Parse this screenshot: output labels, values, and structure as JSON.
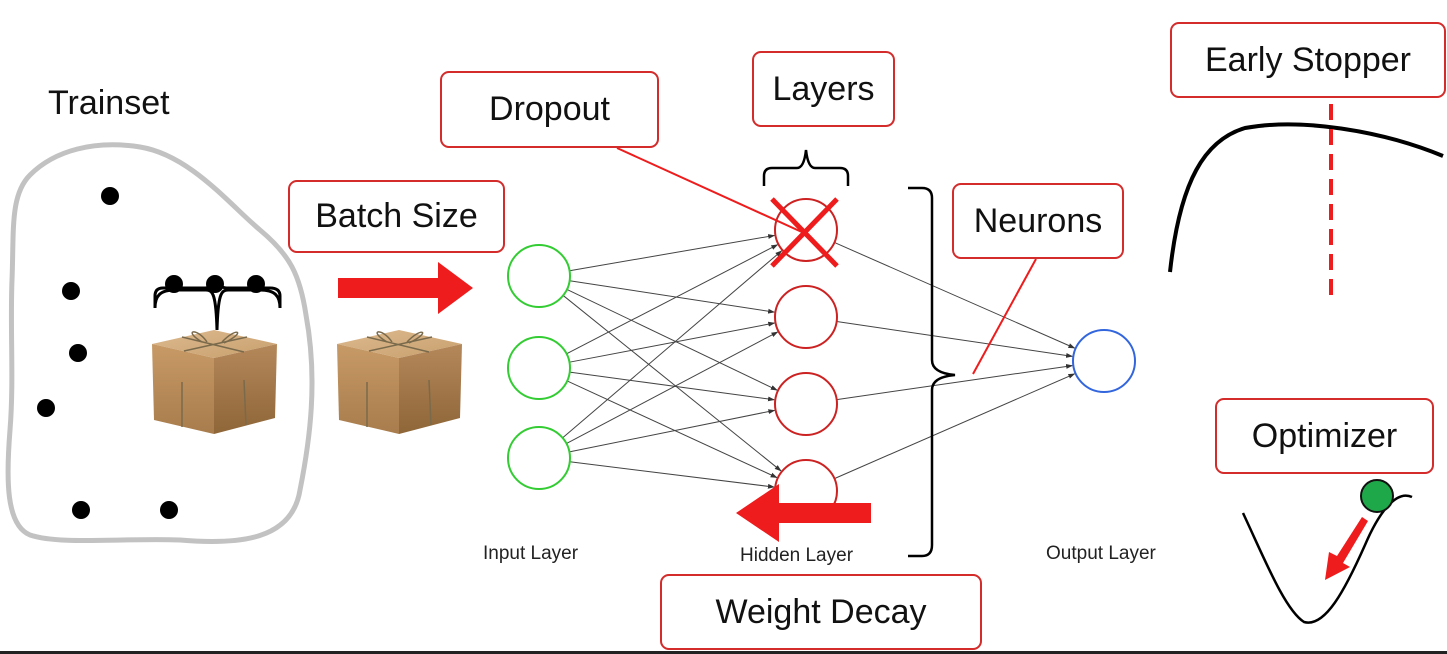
{
  "trainset_label": "Trainset",
  "labels": {
    "batch_size": "Batch Size",
    "dropout": "Dropout",
    "layers": "Layers",
    "neurons": "Neurons",
    "weight_decay": "Weight Decay",
    "early_stopper": "Early Stopper",
    "optimizer": "Optimizer"
  },
  "network": {
    "input_layer": "Input Layer",
    "hidden_layer": "Hidden Layer",
    "output_layer": "Output Layer",
    "input_count": 3,
    "hidden_count": 4,
    "output_count": 1,
    "dropped_hidden_index": 0
  },
  "colors": {
    "accent_red": "#ee1c1c",
    "label_border": "#d42b2b",
    "input_node": "#33cc33",
    "hidden_node": "#cc2222",
    "output_node": "#3366dd",
    "optimizer_ball": "#1fa84a",
    "boundary_gray": "#c2c2c2",
    "box_tan": "#c9a06e"
  },
  "icons": {
    "package": "package-icon",
    "drop_cross": "cross-icon",
    "ball": "ball-icon"
  }
}
